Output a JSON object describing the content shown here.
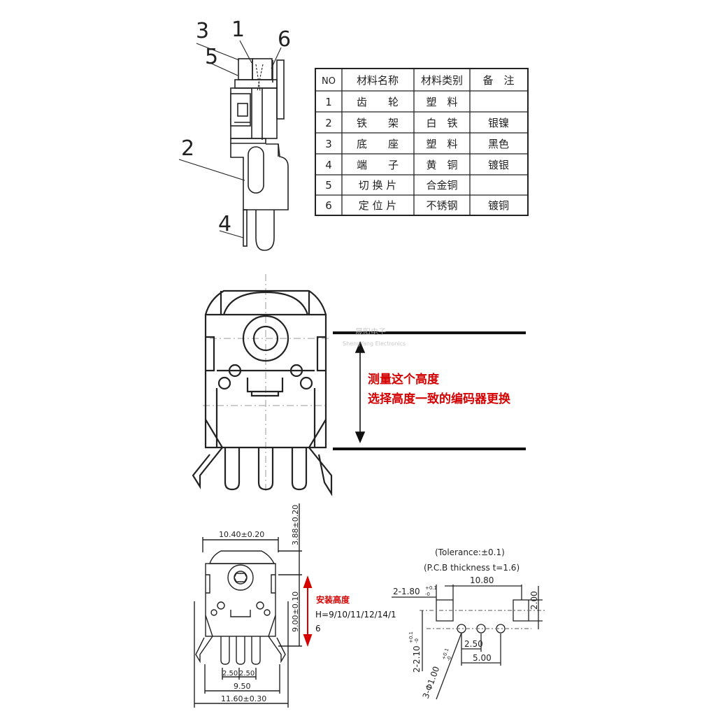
{
  "exploded_view": {
    "callouts": [
      "3",
      "1",
      "6",
      "5",
      "2",
      "4"
    ]
  },
  "materials_table": {
    "headers": [
      "NO",
      "材料名称",
      "材料类别",
      "备　注"
    ],
    "rows": [
      [
        "1",
        "齿　　轮",
        "塑　料",
        ""
      ],
      [
        "2",
        "铁　　架",
        "白　铁",
        "银镍"
      ],
      [
        "3",
        "底　　座",
        "塑　料",
        "黑色"
      ],
      [
        "4",
        "端　　子",
        "黄　铜",
        "镀银"
      ],
      [
        "5",
        "切 换 片",
        "合金铜",
        ""
      ],
      [
        "6",
        "定 位 片",
        "不锈钢",
        "镀铜"
      ]
    ]
  },
  "measure_view": {
    "line1": "测量这个高度",
    "line2": "选择高度一致的编码器更换",
    "watermark_line1": "晟阳电子",
    "watermark_line2": "ShengYang Electronics",
    "accent_color": "#d40000"
  },
  "dimension_view": {
    "width_top": "10.40±0.20",
    "height_top": "3.88±0.20",
    "height_body": "9.00±0.10",
    "pin_pitch_left": "2.50",
    "pin_pitch_right": "2.50",
    "pins_span": "9.50",
    "width_bottom": "11.60±0.30",
    "install_height_label": "安装高度",
    "install_height_values": "H=9/10/11/12/14/1",
    "install_height_values_cont": "6"
  },
  "pcb_view": {
    "tolerance": "(Tolerance:±0.1)",
    "thickness": "(P.C.B thickness t=1.6)",
    "slot_label": "2-1.80",
    "slot_tol": "+0.1",
    "slot_tol2": "-0",
    "width": "10.80",
    "height_right": "2.00",
    "slot_vertical": "2-2.10",
    "slot_vertical_tol": "+0.1",
    "slot_vertical_tol2": "-0",
    "hole_label": "3-Φ1.00",
    "hole_tol": "+0.1",
    "hole_tol2": "-0",
    "pitch": "2.50",
    "span": "5.00"
  }
}
